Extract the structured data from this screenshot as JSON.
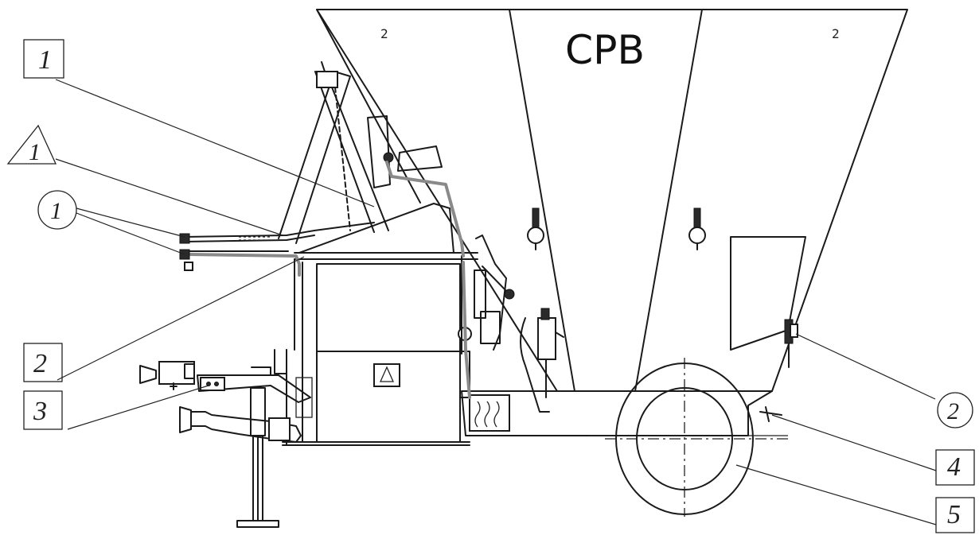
{
  "diagram": {
    "brand_text": "СРВ",
    "hopper_marks": [
      "2",
      "2"
    ],
    "callouts": [
      {
        "id": "c1-rect",
        "shape": "rectangle",
        "text": "1"
      },
      {
        "id": "c1-triangle",
        "shape": "triangle",
        "text": "1"
      },
      {
        "id": "c1-circle",
        "shape": "circle",
        "text": "1"
      },
      {
        "id": "c2-rect",
        "shape": "rectangle",
        "text": "2"
      },
      {
        "id": "c3-rect",
        "shape": "rectangle",
        "text": "3"
      },
      {
        "id": "c2-circle",
        "shape": "circle",
        "text": "2"
      },
      {
        "id": "c4-rect",
        "shape": "rectangle",
        "text": "4"
      },
      {
        "id": "c5-rect",
        "shape": "rectangle",
        "text": "5"
      }
    ]
  }
}
